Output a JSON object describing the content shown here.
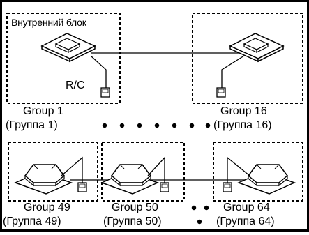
{
  "diagram": {
    "indoor_unit_label": "Внутренний блок",
    "remote_controller_label": "R/C",
    "groups": [
      {
        "name": "Group 1",
        "name_ru": "(Группа 1)"
      },
      {
        "name": "Group 16",
        "name_ru": "(Группа 16)"
      },
      {
        "name": "Group 49",
        "name_ru": "(Группа 49)"
      },
      {
        "name": "Group 50",
        "name_ru": "(Группа 50)"
      },
      {
        "name": "Group 64",
        "name_ru": "(Группа 64)"
      }
    ]
  }
}
